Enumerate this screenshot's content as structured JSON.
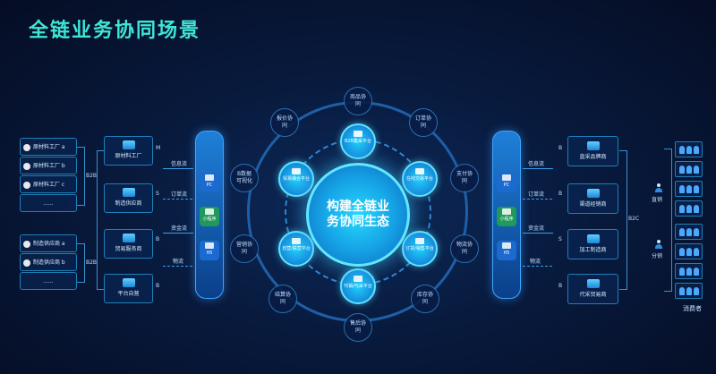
{
  "title": "全链业务协同场景",
  "raw_suppliers": [
    "原材料工厂 a",
    "原材料工厂 b",
    "原材料工厂 c",
    "......"
  ],
  "manu_suppliers": [
    "制造供应商 a",
    "制造供应商 b",
    "......"
  ],
  "b2b_label": "B2B",
  "b2c_label": "B2C",
  "b_label": "B",
  "m_label": "M",
  "s_label": "S",
  "left_entities": [
    "原材料工厂",
    "制造供应商",
    "贸易服务商",
    "平台自营"
  ],
  "flows": [
    "信息流",
    "订单流",
    "资金流",
    "物流"
  ],
  "pill": {
    "pc": "PC",
    "mini": "小程序",
    "h5": "H5"
  },
  "core": "构建全链业务协同生态",
  "outer_ring": [
    "商品协同",
    "订单协同",
    "支付协同",
    "物流协同",
    "库存协同",
    "售后协同",
    "结算协同",
    "营销协同",
    "B数据可视化",
    "报价协同"
  ],
  "platforms": [
    "B2B集采平台",
    "在线交易平台",
    "订货/销售平台",
    "代销/代采平台",
    "自营/联营平台",
    "贸易撮合平台"
  ],
  "right_entities": [
    "直采品牌商",
    "渠道经销商",
    "加工制造商",
    "代采贸易商"
  ],
  "direct": "直销",
  "distribution": "分销",
  "consumer": "消费者"
}
